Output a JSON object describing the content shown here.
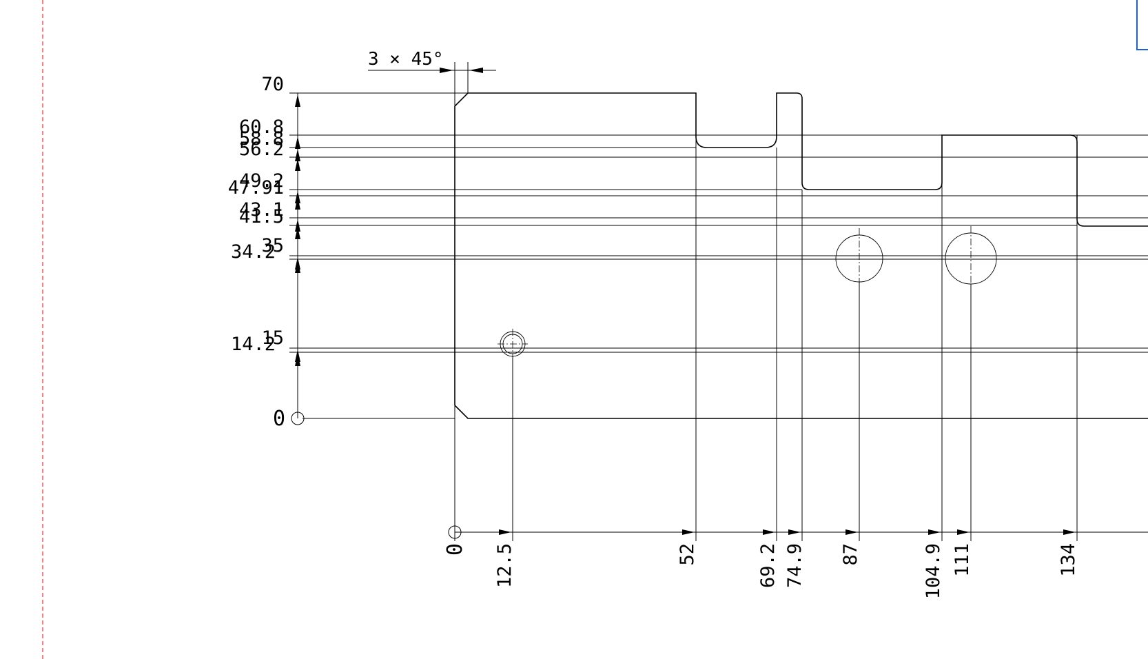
{
  "drawing": {
    "chamfer_callout": "3 × 45°",
    "y_dimensions": [
      "70",
      "60.8",
      "58.8",
      "56.2",
      "49.2",
      "47.91",
      "43.1",
      "41.5",
      "35",
      "34.2",
      "15",
      "14.2",
      "0"
    ],
    "x_dimensions": [
      "0",
      "12.5",
      "52",
      "69.2",
      "74.9",
      "87",
      "104.9",
      "111",
      "134"
    ],
    "colors": {
      "margin_line": "#ff0000",
      "frame_corner": "#1f5fd6",
      "linework": "#000000"
    }
  }
}
